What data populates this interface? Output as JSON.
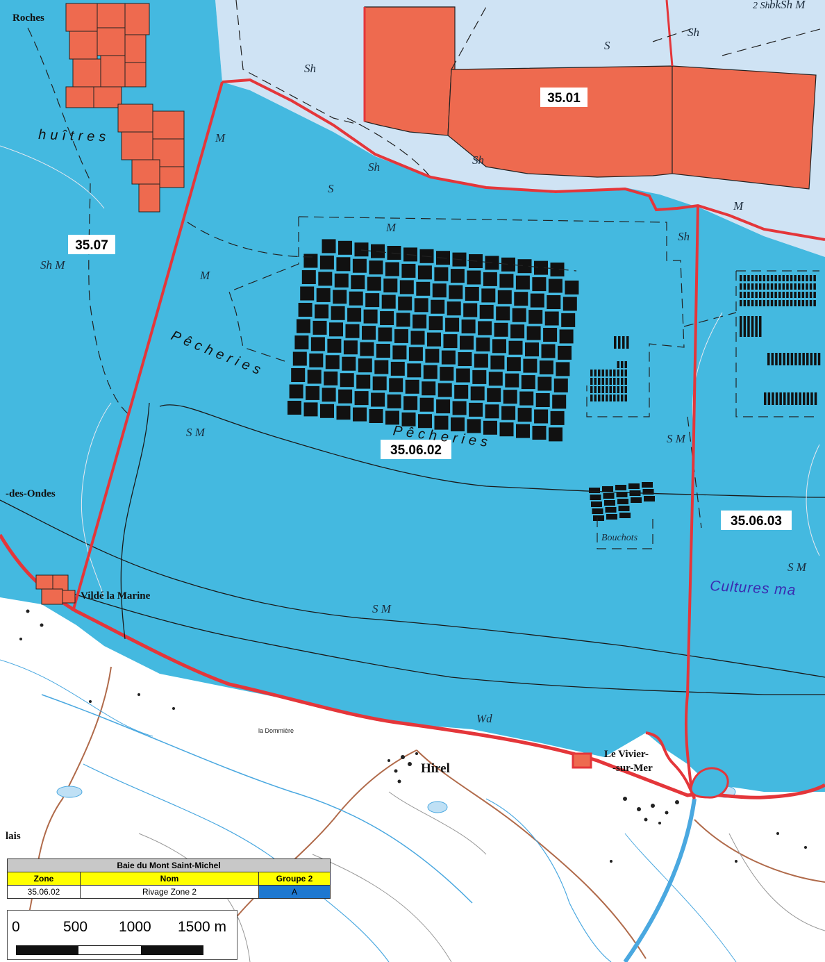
{
  "map": {
    "zones": [
      {
        "id": "z3501",
        "label": "35.01"
      },
      {
        "id": "z3502",
        "label": "35.06.02"
      },
      {
        "id": "z3503",
        "label": "35.06.03"
      },
      {
        "id": "z3507",
        "label": "35.07"
      }
    ],
    "places": {
      "roches": "Roches",
      "ondes": "-des-Ondes",
      "vilde": "Vildé la Marine",
      "hirel": "Hirel",
      "vivier1": "Le Vivier-",
      "vivier2": "-sur-Mer",
      "bouchots": "Bouchots",
      "dommiere": "la Dommière",
      "lais": "lais"
    },
    "features": {
      "pecheries": "Pêcheries",
      "huitres": "huîtres",
      "cultures": "Cultures ma"
    },
    "seabed": [
      "S M",
      "S M",
      "S M",
      "Sh M",
      "Sh",
      "Sh",
      "M",
      "M",
      "M",
      "M",
      "Wd",
      "S",
      "Sh",
      "Sh",
      "S",
      "bkSh M",
      "Sh",
      "S M",
      "2 Sh"
    ],
    "colors": {
      "sea": "#44b9e0",
      "foreshore": "#cfe3f4",
      "concession": "#ee6a4f",
      "boundary": "#e4363a",
      "land": "#ffffff"
    }
  },
  "legend": {
    "title": "Baie du Mont Saint-Michel",
    "headers": {
      "zone": "Zone",
      "nom": "Nom",
      "groupe": "Groupe 2"
    },
    "row": {
      "zone": "35.06.02",
      "nom": "Rivage Zone 2",
      "groupe": "A"
    }
  },
  "scale": {
    "labels": [
      "0",
      "500",
      "1000",
      "1500 m"
    ]
  }
}
